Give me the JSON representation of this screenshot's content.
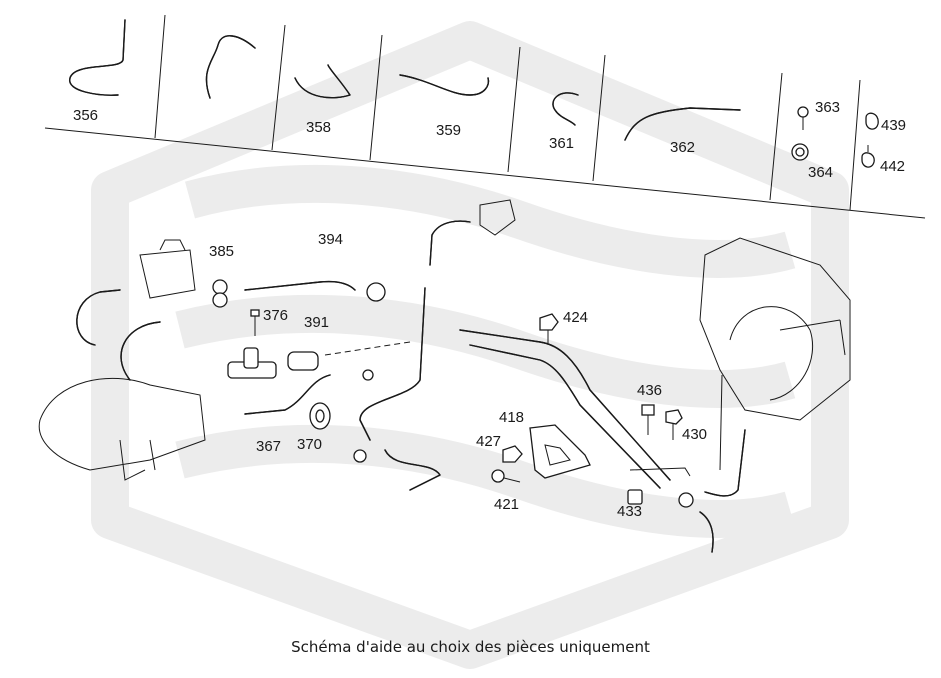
{
  "watermark_color": "#ececec",
  "caption": "Schéma d'aide au choix des pièces uniquement",
  "parts": [
    {
      "id": "356",
      "label": "356"
    },
    {
      "id": "358",
      "label": "358"
    },
    {
      "id": "359",
      "label": "359"
    },
    {
      "id": "361",
      "label": "361"
    },
    {
      "id": "362",
      "label": "362"
    },
    {
      "id": "363",
      "label": "363"
    },
    {
      "id": "364",
      "label": "364"
    },
    {
      "id": "439",
      "label": "439"
    },
    {
      "id": "442",
      "label": "442"
    },
    {
      "id": "394",
      "label": "394"
    },
    {
      "id": "385",
      "label": "385"
    },
    {
      "id": "376",
      "label": "376"
    },
    {
      "id": "391",
      "label": "391"
    },
    {
      "id": "424",
      "label": "424"
    },
    {
      "id": "436",
      "label": "436"
    },
    {
      "id": "430",
      "label": "430"
    },
    {
      "id": "418",
      "label": "418"
    },
    {
      "id": "427",
      "label": "427"
    },
    {
      "id": "421",
      "label": "421"
    },
    {
      "id": "433",
      "label": "433"
    },
    {
      "id": "367",
      "label": "367"
    },
    {
      "id": "370",
      "label": "370"
    }
  ]
}
